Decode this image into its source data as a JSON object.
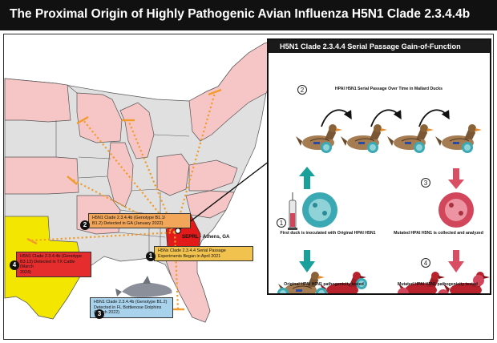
{
  "title": "The Proximal Origin of Highly Pathogenic Avian Influenza H5N1 Clade 2.3.4.4b",
  "colors": {
    "affected_state": "#f6c6c6",
    "unaffected_state": "#e0e0e0",
    "georgia": "#e21a1a",
    "texas": "#f3e600",
    "route": "#f29b2a",
    "arrow_up": "#1aa09a",
    "arrow_down": "#d94e63",
    "virus_teal": "#3aa9b4",
    "virus_red": "#d2465c",
    "duck_red": "#b8222c"
  },
  "map": {
    "lab_label": "SEPRL - Athens, GA",
    "callouts": [
      {
        "number": "1",
        "lines": [
          "H5Nx Clade 2.3.4.4 Serial Passage",
          "Experiments Began in April 2021"
        ],
        "bg": "#f2c24f"
      },
      {
        "number": "2",
        "lines": [
          "H5N1 Clade 2.3.4.4b (Genotype B1.1/",
          "B1.2) Detected in GA (January 2022)"
        ],
        "bg": "#f2a65a"
      },
      {
        "number": "3",
        "lines": [
          "H5N1 Clade 2.3.4.4b (Genotype B1.2)",
          "Detected in FL Bottlenose Dolphins",
          "(March 2022)"
        ],
        "bg": "#a9d2ec"
      },
      {
        "number": "4",
        "lines": [
          "H5N1 Clade 2.3.4.4b (Genotype",
          "B3.13) Detected in TX Cattle (March",
          "2024)"
        ],
        "bg": "#e52d2d"
      }
    ]
  },
  "panel": {
    "title": "H5N1 Clade 2.3.4.4 Serial Passage Gain-of-Function",
    "step2_label": "HPAI H5N1 Serial Passage Over Time in Mallard Ducks",
    "step1_label": "First duck is inoculated with Original HPAI H5N1",
    "step3_label": "Mutated HPAI H5N1 is collected and analyzed",
    "original_label": "Original HPAI H5N1 pathogenicity tested",
    "mutated_label": "Mutated HPAI H5N1 pathogenicity tested",
    "steps": [
      "1",
      "2",
      "3",
      "4"
    ]
  }
}
